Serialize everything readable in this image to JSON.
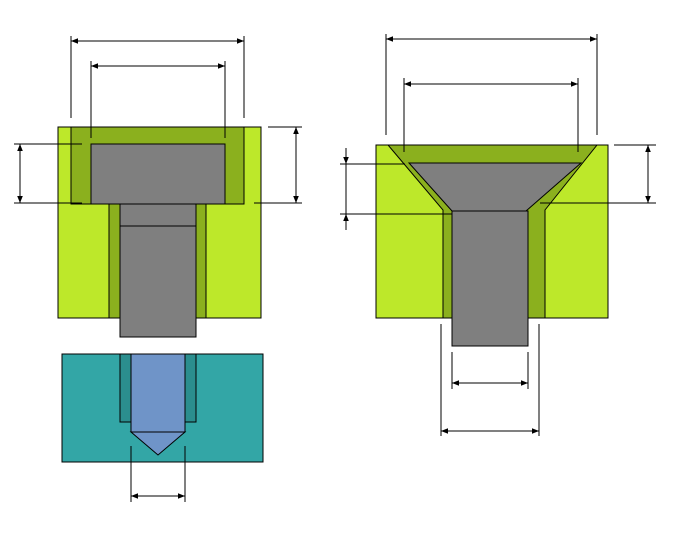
{
  "colors": {
    "background": "#ffffff",
    "plate": "#bde82a",
    "recess": "#8bb01e",
    "screw": "#7f7f7f",
    "base": "#33a6a6",
    "thread_hole": "#2b8e8e",
    "thread": "#6f94c8",
    "line": "#000000"
  },
  "figures": {
    "left": {
      "type": "cap-head-screw-counterbore",
      "parts": [
        "counterbored-plate",
        "cap-head-screw",
        "tapped-base-plate"
      ]
    },
    "right": {
      "type": "countersunk-screw",
      "parts": [
        "countersunk-plate",
        "countersunk-screw"
      ]
    }
  },
  "dimension_labels": []
}
